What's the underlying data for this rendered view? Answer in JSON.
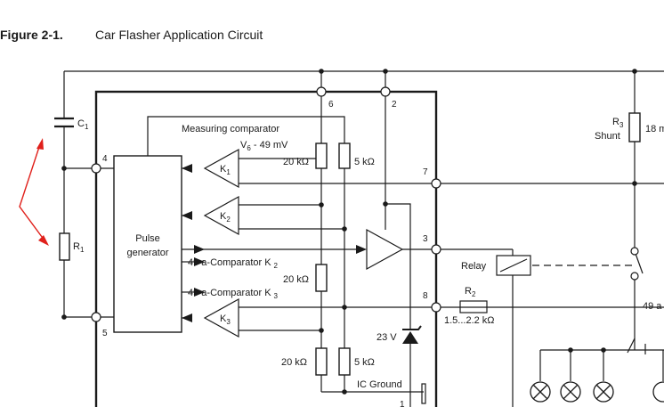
{
  "figure": {
    "number": "Figure 2-1.",
    "title": "Car Flasher Application Circuit"
  },
  "labels": {
    "c1": "C",
    "c1_sub": "1",
    "r1": "R",
    "r1_sub": "1",
    "r3": "R",
    "r3_sub": "3",
    "shunt": "Shunt",
    "r3_value": "18 m",
    "measuring_comparator": "Measuring comparator",
    "v6": "V",
    "v6_sub": "6",
    "v6_rest": " - 49 mV",
    "k1": "K",
    "k1_sub": "1",
    "k2": "K",
    "k2_sub": "2",
    "k3": "K",
    "k3_sub": "3",
    "pulse_generator_line1": "Pulse",
    "pulse_generator_line2": "generator",
    "comparator_k2": "49 a-Comparator K",
    "comparator_k2_sub": "2",
    "comparator_k3": "49 a-Comparator K",
    "comparator_k3_sub": "3",
    "res_20k_top": "20 kΩ",
    "res_5k_top": "5 kΩ",
    "res_20k_mid": "20 kΩ",
    "res_20k_bot": "20 kΩ",
    "res_5k_bot": "5 kΩ",
    "zener": "23 V",
    "ic_ground": "IC Ground",
    "relay": "Relay",
    "r2": "R",
    "r2_sub": "2",
    "r2_value": "1.5...2.2 kΩ",
    "terminal_49a": "49 a"
  },
  "pins": {
    "p1": "1",
    "p2": "2",
    "p3": "3",
    "p4": "4",
    "p5": "5",
    "p6": "6",
    "p7": "7",
    "p8": "8"
  },
  "colors": {
    "line": "#1a1a1a",
    "arrow": "#e0201b",
    "background": "#ffffff"
  }
}
